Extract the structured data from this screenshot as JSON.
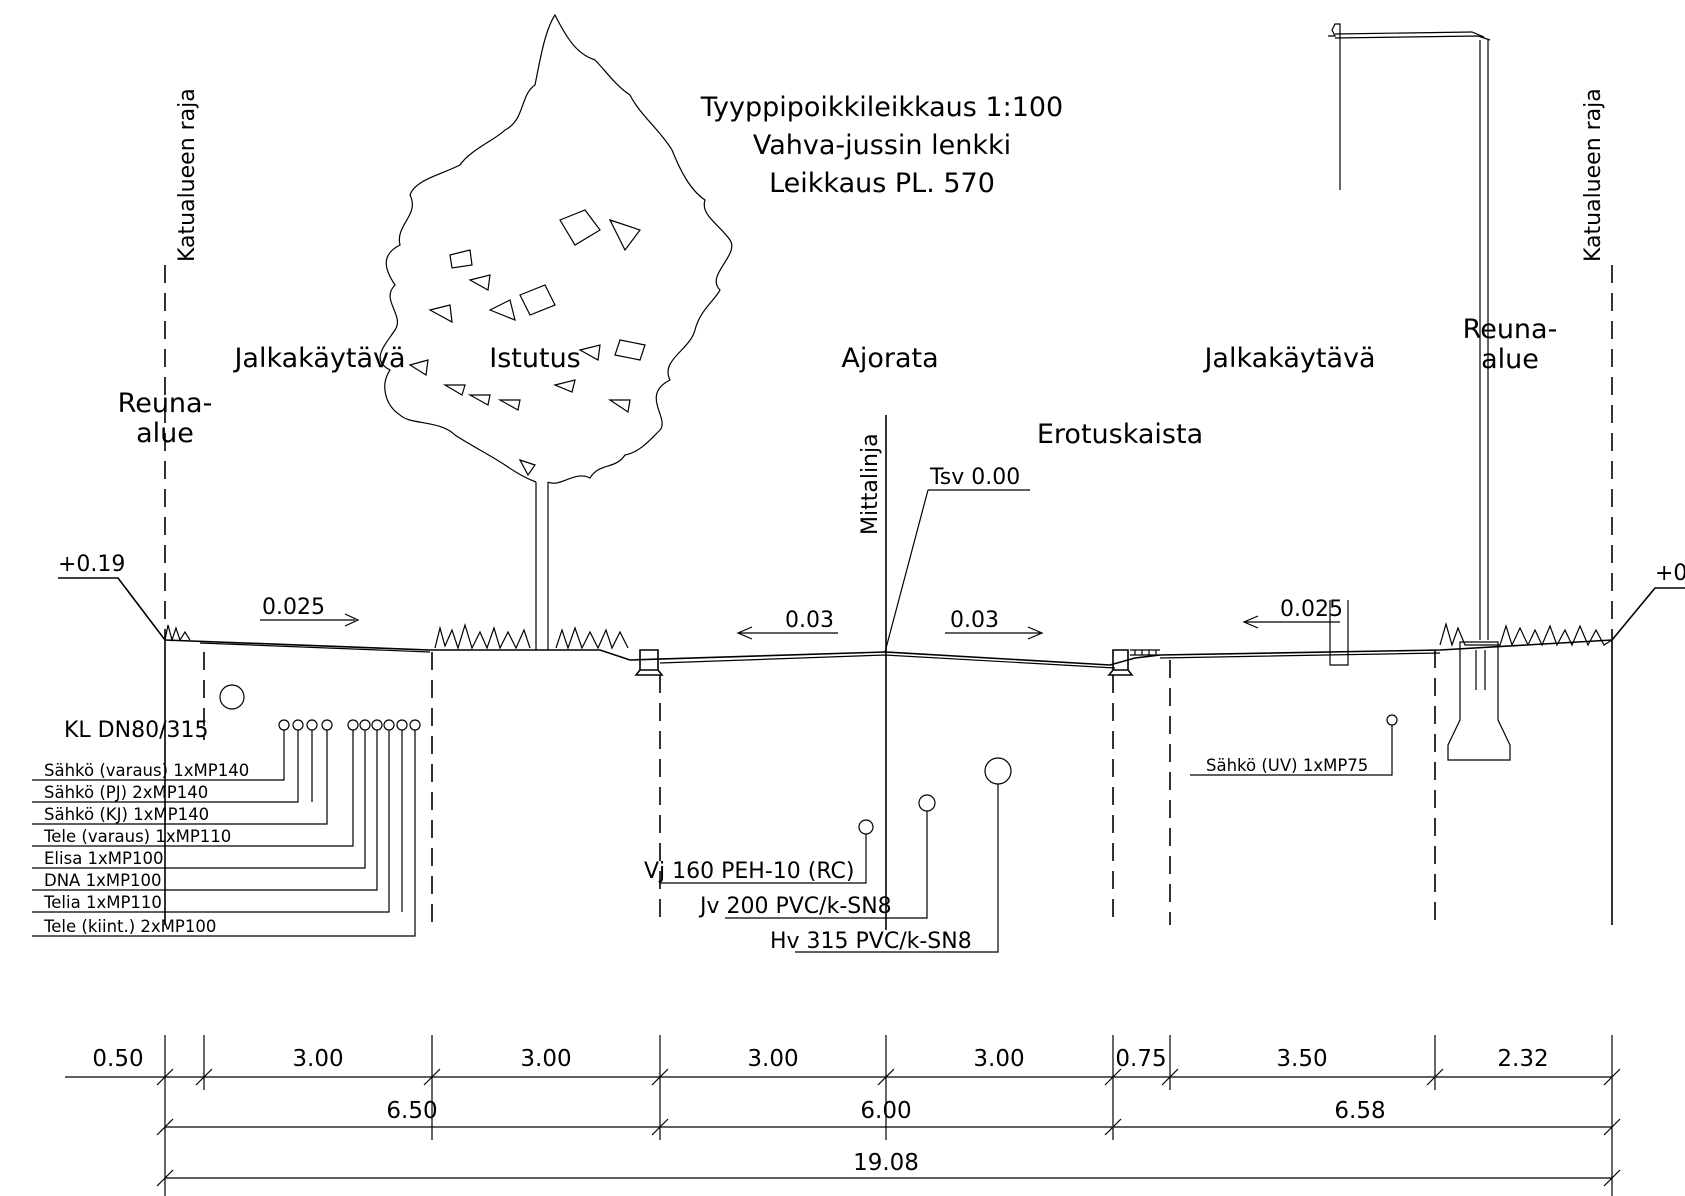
{
  "title": {
    "line1": "Tyyppipoikkileikkaus 1:100",
    "line2": "Vahva-jussin lenkki",
    "line3": "Leikkaus PL. 570"
  },
  "boundary_label": "Katualueen raja",
  "zones": {
    "reuna_left_1": "Reuna-",
    "reuna_left_2": "alue",
    "jalkakaytava_left": "Jalkakäytävä",
    "istutus": "Istutus",
    "ajorata": "Ajorata",
    "jalkakaytava_right": "Jalkakäytävä",
    "reuna_right_1": "Reuna-",
    "reuna_right_2": "alue",
    "erotuskaista": "Erotuskaista"
  },
  "annotations": {
    "mittalinja": "Mittalinja",
    "tsv": "Tsv 0.00",
    "elev_left": "+0.19",
    "elev_right": "+0.",
    "slope_1": "0.025",
    "slope_2": "0.03",
    "slope_3": "0.03",
    "slope_4": "0.025"
  },
  "utilities": {
    "kl": "KL DN80/315",
    "left_cables": [
      "Sähkö (varaus) 1xMP140",
      "Sähkö (PJ) 2xMP140",
      "Sähkö (KJ) 1xMP140",
      "Tele (varaus) 1xMP110",
      "Elisa 1xMP100",
      "DNA 1xMP100",
      "Telia 1xMP110",
      "Tele (kiint.) 2xMP100"
    ],
    "sahko_uv": "Sähkö (UV) 1xMP75",
    "vj": "Vj 160 PEH-10 (RC)",
    "jv": "Jv 200 PVC/k-SN8",
    "hv": "Hv 315 PVC/k-SN8"
  },
  "dimensions": {
    "row1": [
      "0.50",
      "3.00",
      "3.00",
      "3.00",
      "3.00",
      "0.75",
      "3.50",
      "2.32"
    ],
    "row2": [
      "6.50",
      "6.00",
      "6.58"
    ],
    "row3": [
      "19.08"
    ]
  }
}
